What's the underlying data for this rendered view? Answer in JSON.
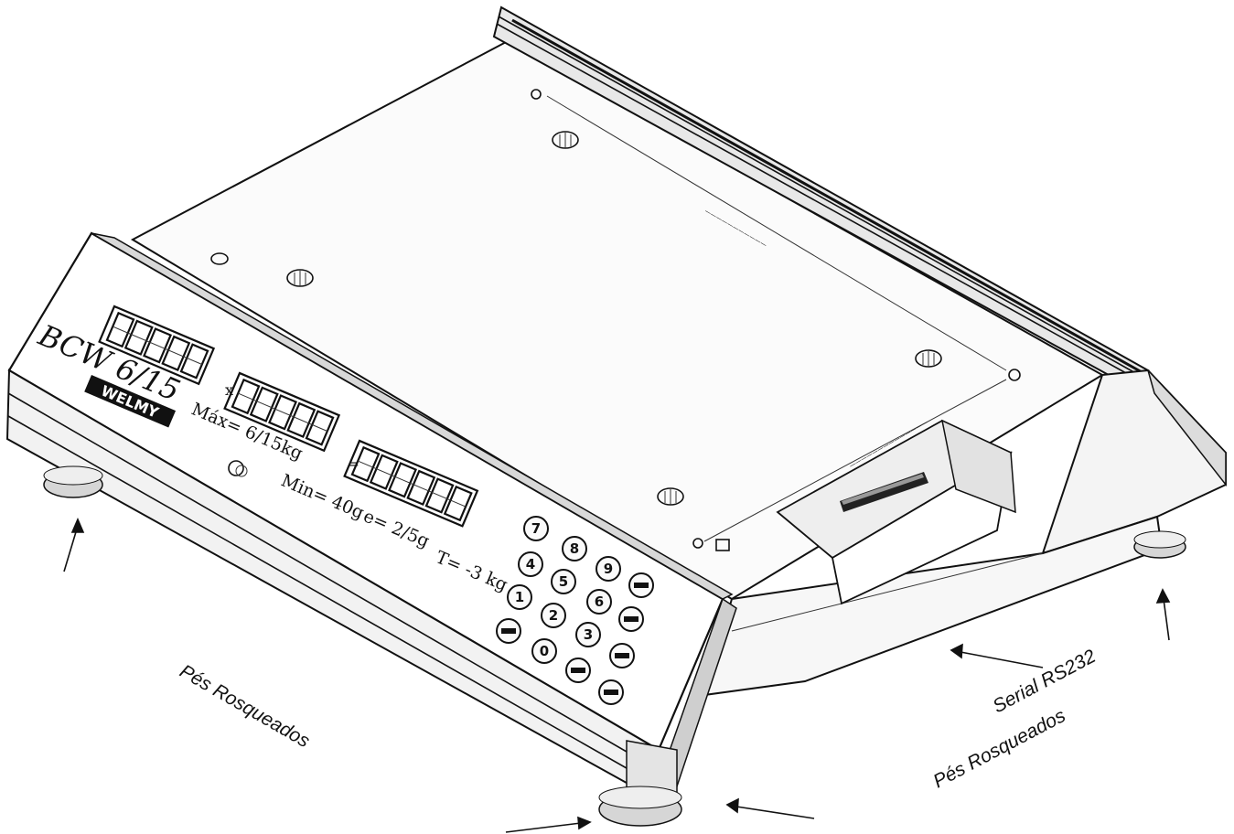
{
  "model": "BCW 6/15",
  "brand": "WELMY",
  "specs": {
    "max": "Máx= 6/15kg",
    "min": "Min= 40g",
    "e": "e= 2/5g",
    "tare": "T= -3 kg"
  },
  "display_sign": "x",
  "display_equals": "=",
  "keypad": {
    "numeric": [
      "7",
      "8",
      "9",
      "4",
      "5",
      "6",
      "1",
      "2",
      "3",
      "0"
    ]
  },
  "callouts": {
    "feet_left": "Pés Rosqueados",
    "feet_right": "Pés Rosqueados",
    "serial": "Serial RS232"
  }
}
